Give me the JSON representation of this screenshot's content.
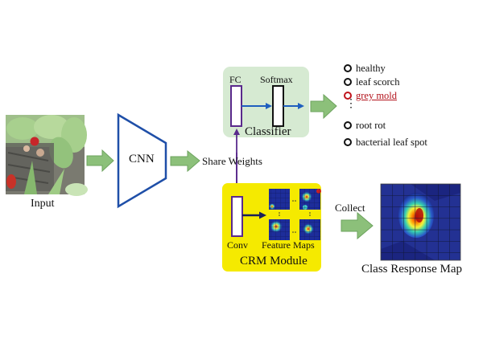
{
  "input": {
    "label": "Input"
  },
  "cnn": {
    "label": "CNN"
  },
  "share_weights": {
    "label": "Share Weights"
  },
  "classifier": {
    "title": "Classifier",
    "fc_label": "FC",
    "softmax_label": "Softmax",
    "bg_color": "#d6ead2"
  },
  "classes": {
    "items": [
      {
        "label": "healthy",
        "selected": false
      },
      {
        "label": "leaf scorch",
        "selected": false
      },
      {
        "label": "grey mold",
        "selected": true
      },
      {
        "label": "root rot",
        "selected": false
      },
      {
        "label": "bacterial leaf spot",
        "selected": false
      }
    ],
    "ellipsis": "⋮"
  },
  "crm": {
    "title": "CRM Module",
    "conv_label": "Conv",
    "feature_maps_label": "Feature Maps",
    "bg_color": "#f5ea00"
  },
  "collect": {
    "label": "Collect"
  },
  "class_response_map": {
    "label": "Class Response Map"
  },
  "colors": {
    "arrow_green": "#8cc07a",
    "arrow_green_stroke": "#5f9a52",
    "cnn_blue": "#1f4fa8",
    "flow_blue": "#1f5fbf",
    "fc_purple": "#5a2a8c",
    "selected_red": "#b3121b"
  }
}
